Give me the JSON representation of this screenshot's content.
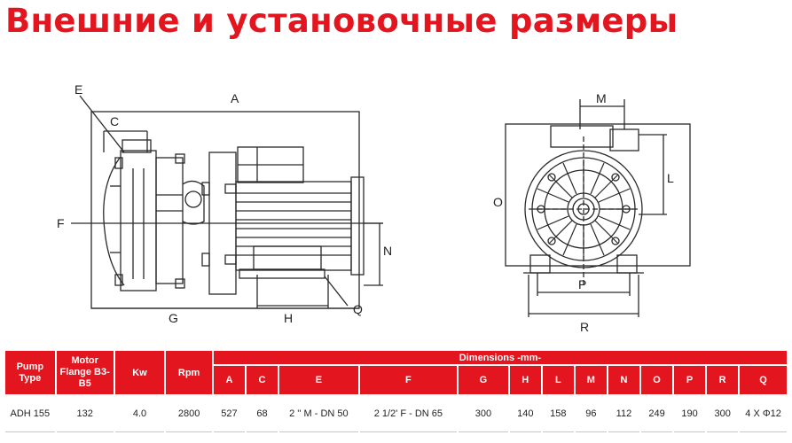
{
  "title": "Внешние и установочные размеры",
  "drawing_labels": {
    "A": "A",
    "C": "C",
    "E": "E",
    "F": "F",
    "G": "G",
    "H": "H",
    "N": "N",
    "Q": "Q",
    "M": "M",
    "L": "L",
    "O": "O",
    "P": "P",
    "R": "R"
  },
  "table": {
    "headers": {
      "pump_type": "Pump Type",
      "motor_flange": "Motor Flange B3-B5",
      "kw": "Kw",
      "rpm": "Rpm",
      "dimensions": "Dimensions -mm-",
      "dims": [
        "A",
        "C",
        "E",
        "F",
        "G",
        "H",
        "L",
        "M",
        "N",
        "O",
        "P",
        "R",
        "Q"
      ]
    },
    "rows": [
      {
        "pump_type": "ADH 155",
        "motor_flange": "132",
        "kw": "4.0",
        "rpm": "2800",
        "dims": [
          "527",
          "68",
          "2 '' M - DN 50",
          "2 1/2' F - DN 65",
          "300",
          "140",
          "158",
          "96",
          "112",
          "249",
          "190",
          "300",
          "4 X Φ12"
        ]
      }
    ]
  },
  "colors": {
    "accent": "#e3151f",
    "line": "#2a2a2a"
  }
}
